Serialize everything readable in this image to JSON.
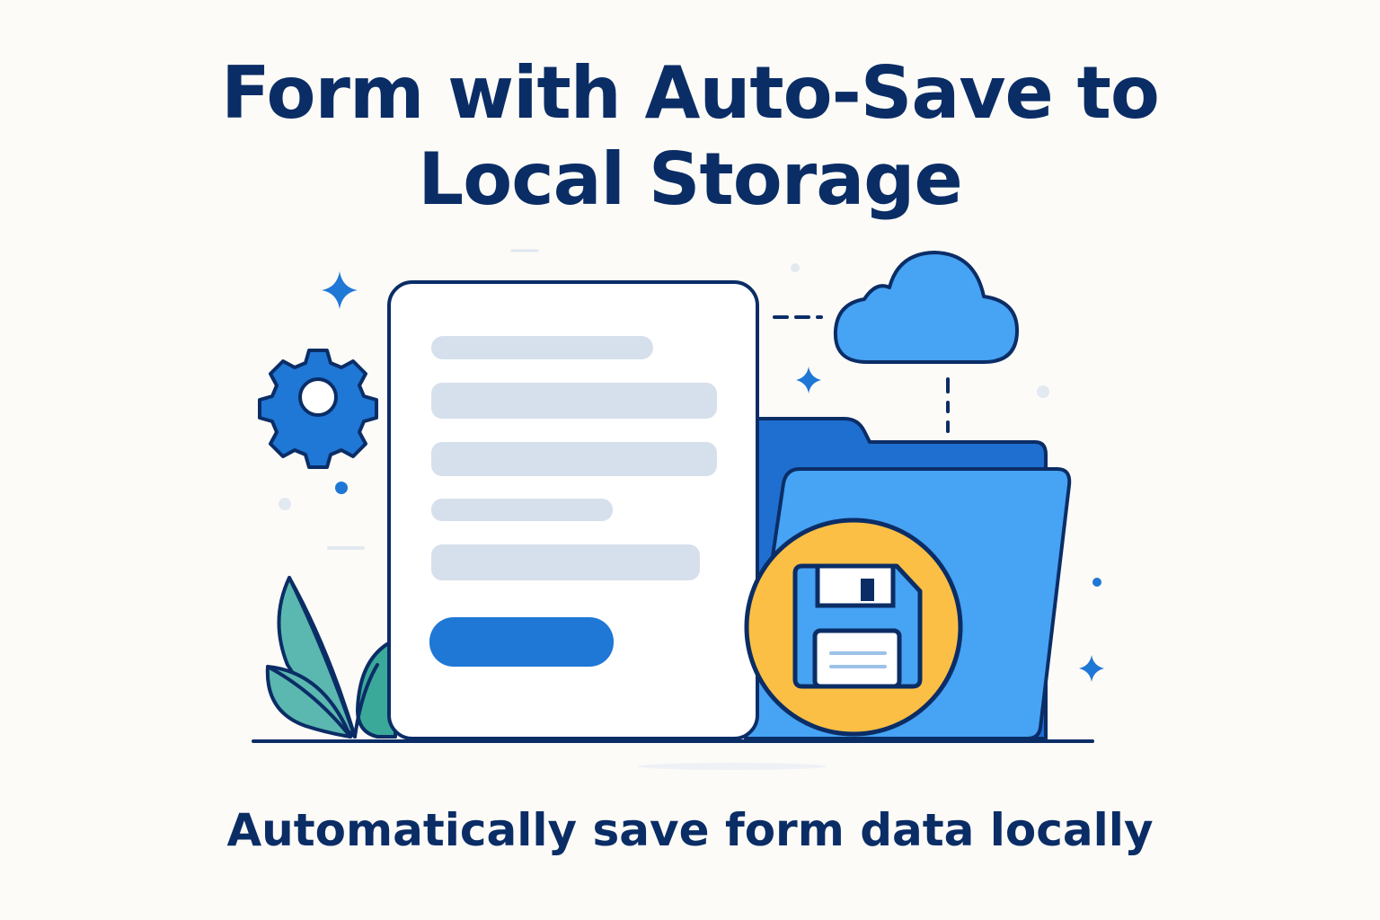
{
  "title": {
    "line1": "Form with Auto-Save to",
    "line2": "Local Storage"
  },
  "subtitle": "Automatically save form data locally",
  "icons": [
    "gear-icon",
    "cloud-icon",
    "folder-icon",
    "floppy-disk-icon",
    "leaf-icon",
    "sparkle-icon"
  ],
  "colors": {
    "navy": "#0b2d66",
    "blue": "#1f77d6",
    "light_blue": "#47a3f3",
    "yellow": "#fbbf45",
    "teal": "#3aa99a",
    "field_gray": "#d6e0ec"
  }
}
